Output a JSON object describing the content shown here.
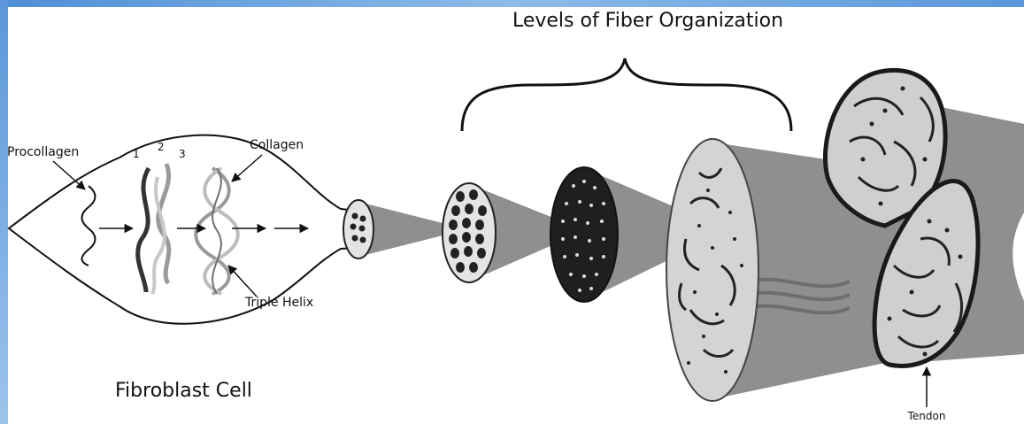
{
  "title": "Levels of Fiber Organization",
  "cell_label": "Fibroblast Cell",
  "labels": {
    "procollagen": "Procollagen",
    "collagen": "Collagen",
    "triple_helix": "Triple Helix",
    "tendon": "Tendon",
    "strand_1": "1",
    "strand_2": "2",
    "strand_3": "3"
  },
  "colors": {
    "frame_blue": "#6fa6df",
    "fiber_dark": "#2b2b2b",
    "fiber_mid": "#8c8c8c",
    "fiber_light": "#d0d0d0"
  }
}
